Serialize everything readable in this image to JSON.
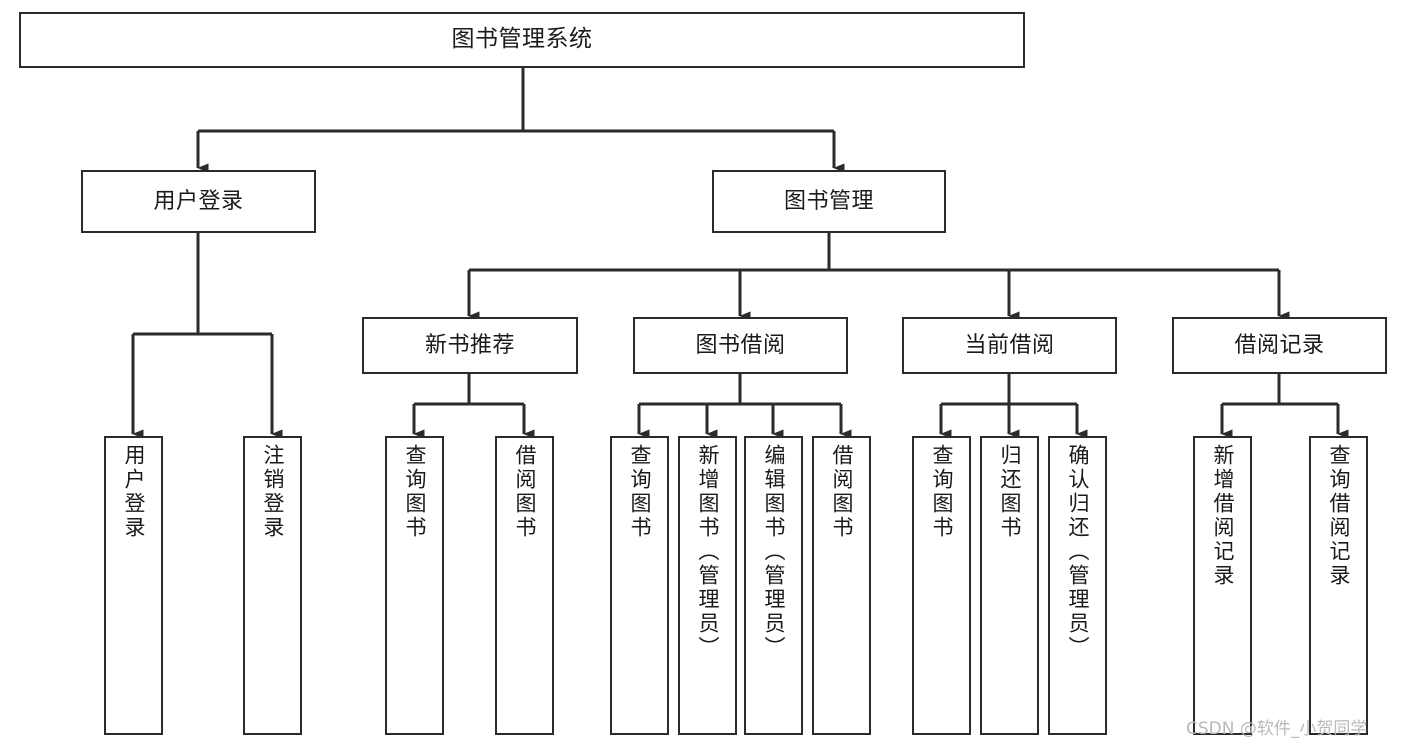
{
  "diagram": {
    "title": "图书管理系统",
    "type": "tree-hierarchy-chart",
    "stroke_color": "#2b2b2b",
    "fill_color": "#ffffff",
    "text_color": "#1a1a1a"
  },
  "root": {
    "label": "图书管理系统"
  },
  "level1": [
    {
      "id": "user-login",
      "label": "用户登录"
    },
    {
      "id": "book-management",
      "label": "图书管理"
    }
  ],
  "level2": [
    {
      "id": "new-book-recommend",
      "label": "新书推荐"
    },
    {
      "id": "book-borrow",
      "label": "图书借阅"
    },
    {
      "id": "current-borrow",
      "label": "当前借阅"
    },
    {
      "id": "borrow-record",
      "label": "借阅记录"
    }
  ],
  "leaves": {
    "user_login": [
      {
        "id": "leaf-user-login",
        "label": "用户登录"
      },
      {
        "id": "leaf-logout-login",
        "label": "注销登录"
      }
    ],
    "new_book_recommend": [
      {
        "id": "leaf-query-book-1",
        "label": "查询图书"
      },
      {
        "id": "leaf-borrow-book-1",
        "label": "借阅图书"
      }
    ],
    "book_borrow": [
      {
        "id": "leaf-query-book-2",
        "label": "查询图书"
      },
      {
        "id": "leaf-add-book",
        "label": "新增图书（管理员）"
      },
      {
        "id": "leaf-edit-book",
        "label": "编辑图书（管理员）"
      },
      {
        "id": "leaf-borrow-book-2",
        "label": "借阅图书"
      }
    ],
    "current_borrow": [
      {
        "id": "leaf-query-book-3",
        "label": "查询图书"
      },
      {
        "id": "leaf-return-book",
        "label": "归还图书"
      },
      {
        "id": "leaf-confirm-return",
        "label": "确认归还（管理员）"
      }
    ],
    "borrow_record": [
      {
        "id": "leaf-add-record",
        "label": "新增借阅记录"
      },
      {
        "id": "leaf-query-record",
        "label": "查询借阅记录"
      }
    ]
  },
  "watermark": {
    "text": "CSDN @软件_小贺同学"
  }
}
